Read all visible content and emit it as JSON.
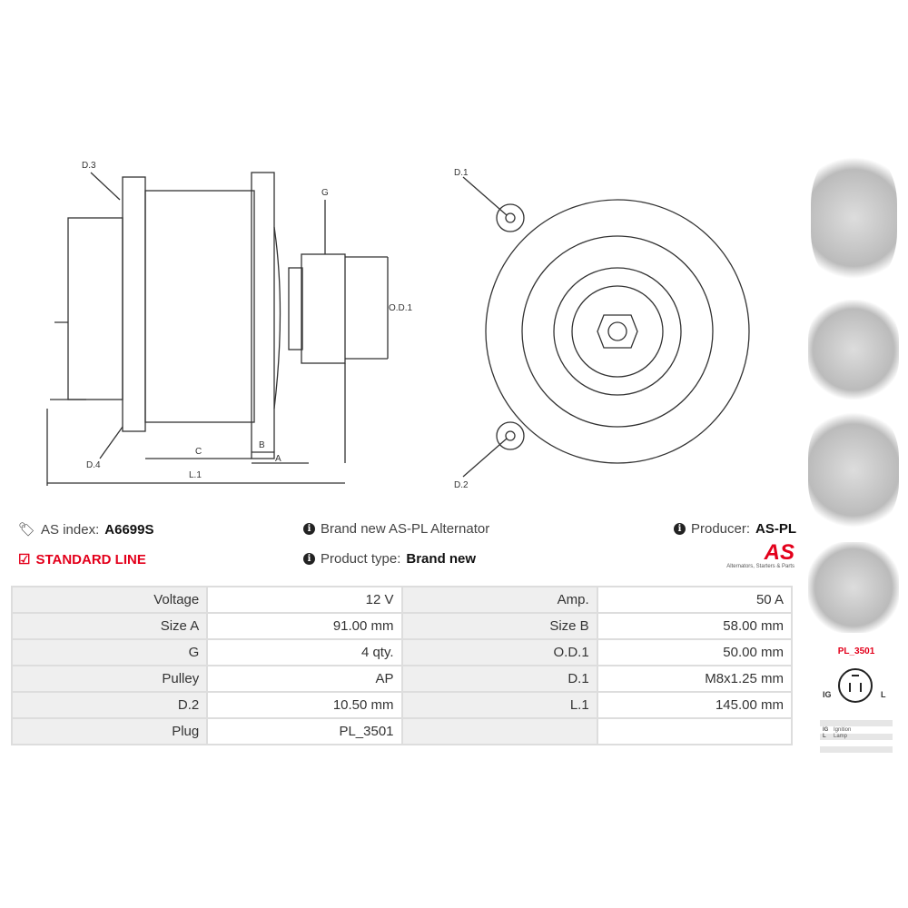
{
  "diagram_labels": {
    "d3": "D.3",
    "g": "G",
    "od1": "O.D.1",
    "d4": "D.4",
    "c": "C",
    "b": "B",
    "a": "A",
    "l1": "L.1",
    "d1": "D.1",
    "d2": "D.2"
  },
  "info": {
    "index_label": "AS index:",
    "index_value": "A6699S",
    "line": "STANDARD LINE",
    "desc": "Brand new AS-PL Alternator",
    "type_label": "Product type:",
    "type_value": "Brand new",
    "producer_label": "Producer:",
    "producer_value": "AS-PL"
  },
  "logo": {
    "text": "AS",
    "tagline": "Alternators, Starters & Parts"
  },
  "specs": [
    [
      "Voltage",
      "12 V",
      "Amp.",
      "50 A"
    ],
    [
      "Size A",
      "91.00 mm",
      "Size B",
      "58.00 mm"
    ],
    [
      "G",
      "4 qty.",
      "O.D.1",
      "50.00 mm"
    ],
    [
      "Pulley",
      "AP",
      "D.1",
      "M8x1.25 mm"
    ],
    [
      "D.2",
      "10.50 mm",
      "L.1",
      "145.00 mm"
    ],
    [
      "Plug",
      "PL_3501",
      "",
      ""
    ]
  ],
  "plug": {
    "name": "PL_3501",
    "left": "IG",
    "right": "L",
    "legend": [
      [
        "IG",
        "Ignition"
      ],
      [
        "L",
        "Lamp"
      ]
    ]
  },
  "colors": {
    "accent": "#e3001b"
  }
}
